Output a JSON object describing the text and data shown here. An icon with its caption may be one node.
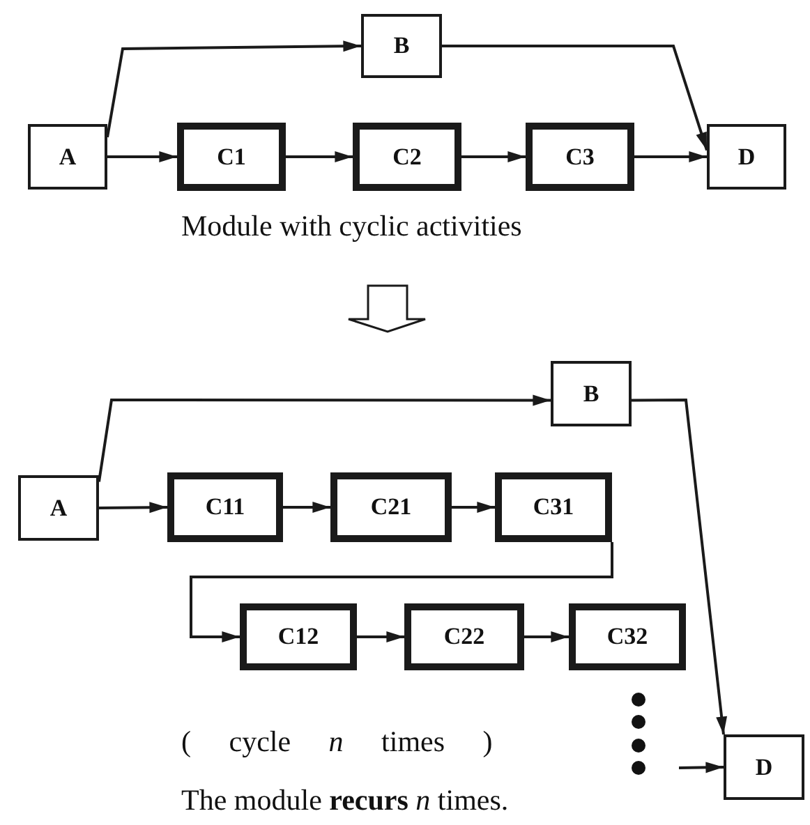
{
  "diagram": {
    "nodes": [
      {
        "text": [
          "A"
        ]
      },
      {
        "text": [
          "B"
        ]
      },
      {
        "text": [
          "C1"
        ]
      },
      {
        "text": [
          "C2"
        ]
      },
      {
        "text": [
          "C3"
        ]
      },
      {
        "text": [
          "D"
        ]
      },
      {
        "text": [
          "A"
        ]
      },
      {
        "text": [
          "B"
        ]
      },
      {
        "text": [
          "C11"
        ]
      },
      {
        "text": [
          "C21"
        ]
      },
      {
        "text": [
          "C31"
        ]
      },
      {
        "text": [
          "C12"
        ]
      },
      {
        "text": [
          "C22"
        ]
      },
      {
        "text": [
          "C32"
        ]
      },
      {
        "text": [
          "D"
        ]
      }
    ],
    "edges": [
      {
        "from": 0,
        "to": 1,
        "arrow": "to"
      },
      {
        "from": 0,
        "to": 2,
        "arrow": "to"
      },
      {
        "from": 2,
        "to": 3,
        "arrow": "to"
      },
      {
        "from": 3,
        "to": 4,
        "arrow": "to"
      },
      {
        "from": 4,
        "to": 5,
        "arrow": "to"
      },
      {
        "from": 1,
        "to": 5,
        "arrow": "to"
      },
      {
        "from": 6,
        "to": 7,
        "arrow": "to"
      },
      {
        "from": 6,
        "to": 8,
        "arrow": "to"
      },
      {
        "from": 8,
        "to": 9,
        "arrow": "to"
      },
      {
        "from": 9,
        "to": 10,
        "arrow": "to"
      },
      {
        "from": 10,
        "to": 11,
        "arrow": "to"
      },
      {
        "from": 11,
        "to": 12,
        "arrow": "to"
      },
      {
        "from": 12,
        "to": 13,
        "arrow": "to"
      },
      {
        "from": 7,
        "to": 14,
        "arrow": "to"
      },
      {
        "from": null,
        "to": 14,
        "arrow": "to"
      }
    ],
    "labels": [
      "Module with cyclic activities",
      "( cycle *n* times )",
      "The module **recurs** *n* times."
    ]
  }
}
